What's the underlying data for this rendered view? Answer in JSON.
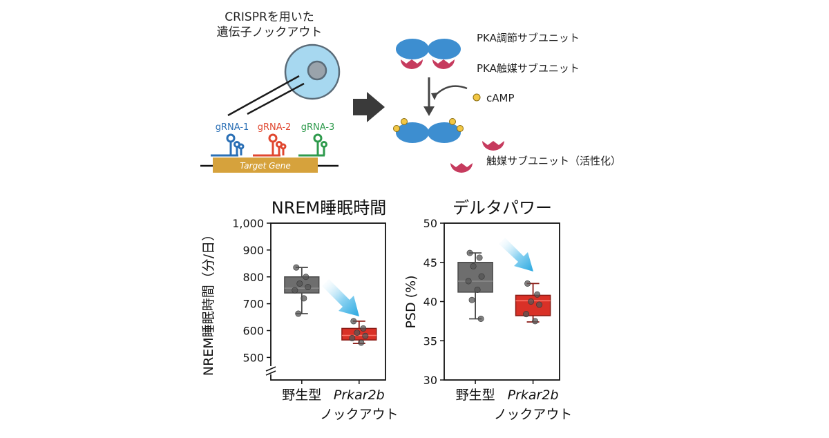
{
  "top": {
    "crispr_title": [
      "CRISPRを用いた",
      "遺伝子ノックアウト"
    ],
    "grnas": [
      {
        "label": "gRNA-1",
        "color": "#2a6fb5"
      },
      {
        "label": "gRNA-2",
        "color": "#e0472f"
      },
      {
        "label": "gRNA-3",
        "color": "#2e9a4c"
      }
    ],
    "target_gene": "Target Gene",
    "pka_reg": "PKA調節サブユニット",
    "pka_cat": "PKA触媒サブユニット",
    "camp": "cAMP",
    "active": "触媒サブユニット（活性化）"
  },
  "colors": {
    "reg_blue": "#3d8ed0",
    "cat_red": "#c63b5e",
    "camp_yellow": "#f2c744",
    "gene_bar": "#d6a23c",
    "wt_box": "#6e6e6e",
    "ko_box": "#d93127",
    "arrow_blue": "#29a8e0"
  },
  "chart_data": [
    {
      "type": "box",
      "title": "NREM睡眠時間",
      "ylabel": "NREM睡眠時間（分/日）",
      "yticks": [
        "1,000",
        "900",
        "800",
        "700",
        "600",
        "500"
      ],
      "ytick_values": [
        1000,
        900,
        800,
        700,
        600,
        500
      ],
      "ylim": [
        420,
        1000
      ],
      "axis_break": true,
      "categories": [
        "野生型",
        "Prkar2b"
      ],
      "category_sublabels": [
        "",
        "ノックアウト"
      ],
      "series": [
        {
          "q1": 740,
          "median": 758,
          "q3": 800,
          "whisker_low": 663,
          "whisker_high": 835,
          "points": [
            835,
            800,
            775,
            762,
            750,
            720,
            663
          ]
        },
        {
          "q1": 565,
          "median": 582,
          "q3": 608,
          "whisker_low": 552,
          "whisker_high": 635,
          "points": [
            635,
            608,
            592,
            580,
            572,
            555
          ]
        }
      ]
    },
    {
      "type": "box",
      "title": "デルタパワー",
      "ylabel": "PSD (%)",
      "yticks": [
        "50",
        "45",
        "40",
        "35",
        "30"
      ],
      "ytick_values": [
        50,
        45,
        40,
        35,
        30
      ],
      "ylim": [
        30,
        50
      ],
      "axis_break": false,
      "categories": [
        "野生型",
        "Prkar2b"
      ],
      "category_sublabels": [
        "",
        "ノックアウト"
      ],
      "series": [
        {
          "q1": 41.2,
          "median": 42.6,
          "q3": 45.0,
          "whisker_low": 37.8,
          "whisker_high": 46.2,
          "points": [
            46.2,
            45.6,
            44.5,
            43.2,
            42.6,
            41.5,
            40.2,
            37.8
          ]
        },
        {
          "q1": 38.2,
          "median": 40.1,
          "q3": 40.8,
          "whisker_low": 37.4,
          "whisker_high": 42.3,
          "points": [
            42.3,
            40.9,
            40.0,
            39.6,
            38.4,
            37.5
          ]
        }
      ]
    }
  ]
}
